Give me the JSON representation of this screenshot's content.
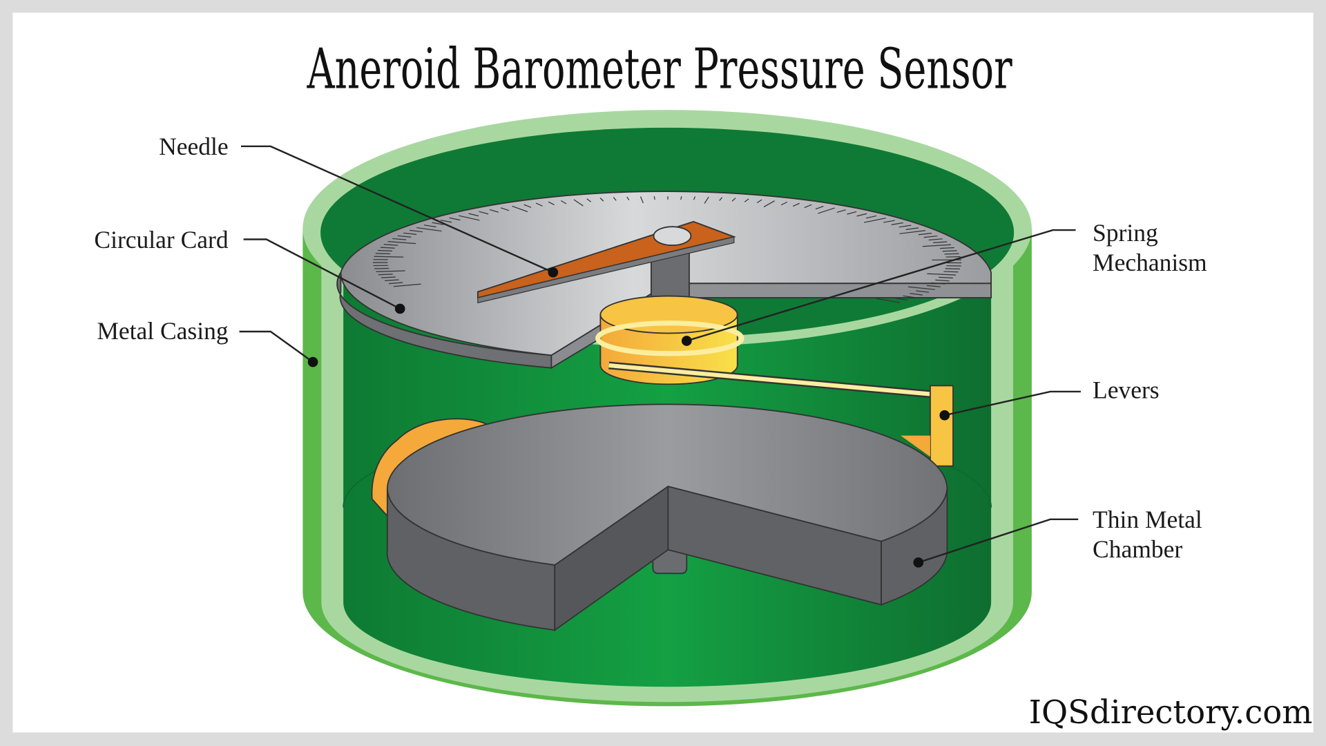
{
  "title": "Aneroid Barometer Pressure Sensor",
  "labels": {
    "needle": "Needle",
    "circular_card": "Circular Card",
    "metal_casing": "Metal Casing",
    "spring_line1": "Spring",
    "spring_line2": "Mechanism",
    "levers": "Levers",
    "chamber_line1": "Thin Metal",
    "chamber_line2": "Chamber"
  },
  "watermark": "IQSdirectory.com",
  "colors": {
    "casing_outer": "#5cb84a",
    "casing_rim": "#a8d8a0",
    "casing_inner": "#12913d",
    "needle": "#c8621c",
    "spring": "#f5c542",
    "chamber": "#7a7c80"
  }
}
